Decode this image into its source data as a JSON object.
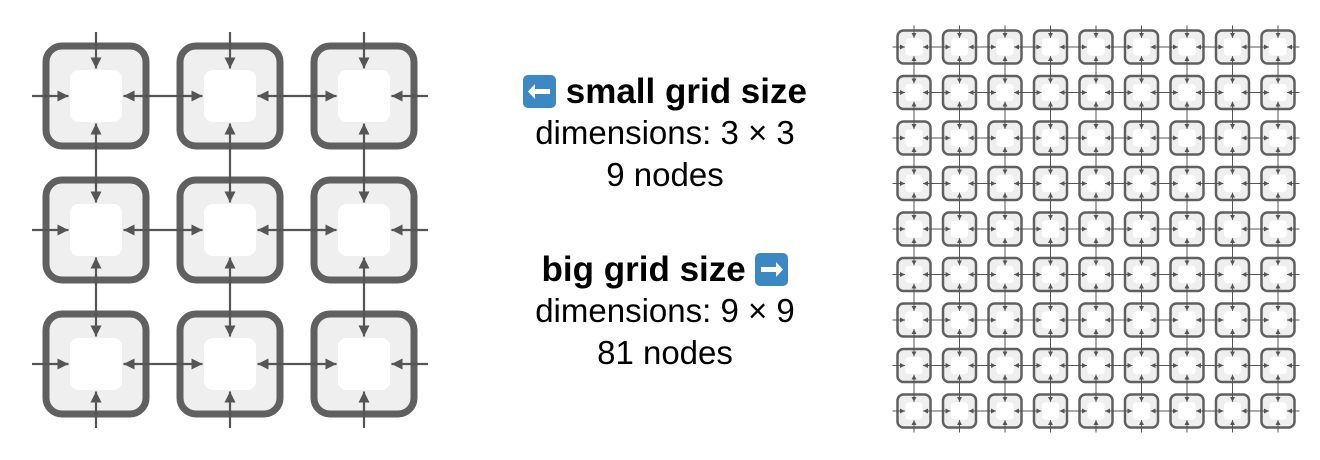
{
  "small_grid": {
    "rows": 3,
    "cols": 3
  },
  "big_grid": {
    "rows": 9,
    "cols": 9
  },
  "small_caption": {
    "title": "small grid size",
    "icon": "left-arrow-icon",
    "dimensions": "dimensions: 3 × 3",
    "nodes": "9 nodes"
  },
  "big_caption": {
    "title": "big grid size",
    "icon": "right-arrow-icon",
    "dimensions": "dimensions: 9 × 9",
    "nodes": "81 nodes"
  },
  "colors": {
    "node_border": "#606060",
    "node_fill": "#efefef",
    "node_core": "#ffffff",
    "arrow": "#555555",
    "emoji_blue": "#3b88c3"
  }
}
